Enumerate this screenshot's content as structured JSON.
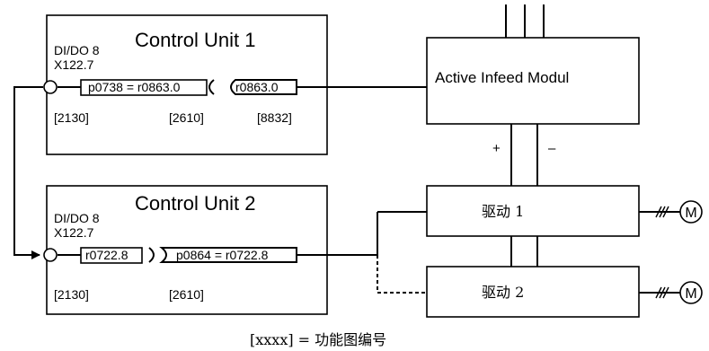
{
  "control_unit_1": {
    "title": "Control Unit 1",
    "terminal_name": "DI/DO 8",
    "terminal_port": "X122.7",
    "param_out": "p0738 = r0863.0",
    "param_in": "r0863.0",
    "refs": [
      "[2130]",
      "[2610]",
      "[8832]"
    ]
  },
  "control_unit_2": {
    "title": "Control Unit 2",
    "terminal_name": "DI/DO 8",
    "terminal_port": "X122.7",
    "param_in": "r0722.8",
    "param_out": "p0864 = r0722.8",
    "refs": [
      "[2130]",
      "[2610]"
    ]
  },
  "infeed": {
    "label": "Active Infeed Modul",
    "plus": "+",
    "minus": "–"
  },
  "drives": [
    {
      "label": "驱动 1",
      "motor": "M"
    },
    {
      "label": "驱动 2",
      "motor": "M"
    }
  ],
  "legend": "[xxxx] = 功能图编号"
}
